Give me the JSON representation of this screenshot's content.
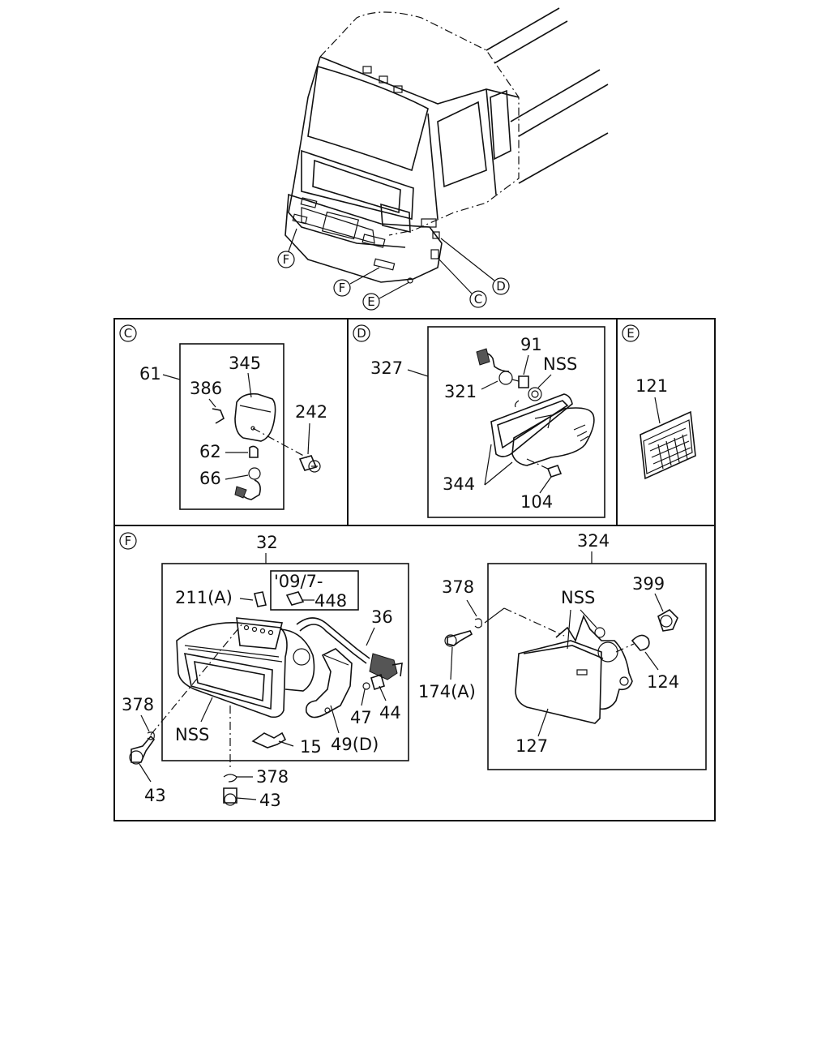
{
  "callouts": {
    "truck_F_left": "F",
    "truck_F_bottom": "F",
    "truck_E": "E",
    "truck_C": "C",
    "truck_D": "D"
  },
  "panels": {
    "C": {
      "tag": "C",
      "labels": {
        "p61": "61",
        "p345": "345",
        "p386": "386",
        "p242": "242",
        "p62": "62",
        "p66": "66"
      }
    },
    "D": {
      "tag": "D",
      "labels": {
        "p327": "327",
        "p91": "91",
        "nss": "NSS",
        "p321": "321",
        "p344": "344",
        "p104": "104"
      }
    },
    "E": {
      "tag": "E",
      "labels": {
        "p121": "121"
      }
    },
    "F": {
      "tag": "F",
      "labels": {
        "p32": "32",
        "p324": "324",
        "date_note": "'09/7-",
        "p448": "448",
        "p211a": "211(A)",
        "p36": "36",
        "p378_top": "378",
        "p399": "399",
        "nss_right": "NSS",
        "p174a": "174(A)",
        "p124": "124",
        "p127": "127",
        "p378_left": "378",
        "nss_left": "NSS",
        "p47": "47",
        "p44": "44",
        "p15": "15",
        "p49d": "49(D)",
        "p43_left": "43",
        "p378_bottom": "378",
        "p43_bottom": "43"
      }
    }
  }
}
